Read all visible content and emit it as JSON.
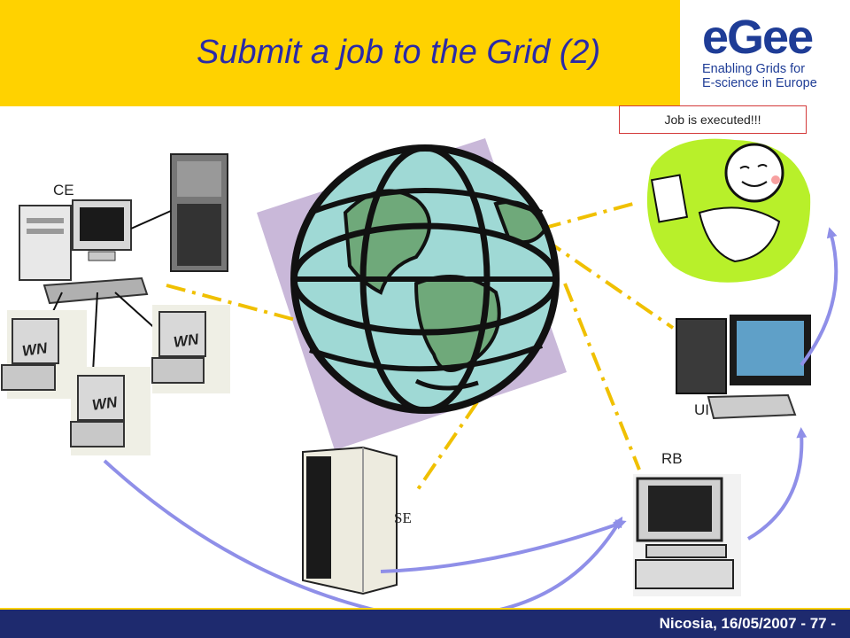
{
  "slide": {
    "title": "Submit a job to the Grid  (2)",
    "footer": "Nicosia, 16/05/2007  - 77 -"
  },
  "logo": {
    "word": "eGee",
    "tagline_line1": "Enabling Grids for",
    "tagline_line2": "E-science in Europe"
  },
  "status_message": "Job is executed!!!",
  "labels": {
    "ce": "CE",
    "ui": "UI",
    "rb": "RB",
    "se": "SE",
    "wn1": "WN",
    "wn2": "WN",
    "wn3": "WN"
  },
  "colors": {
    "header": "#FFD200",
    "title": "#2A2AA8",
    "footer": "#1E2A6E",
    "dash_link": "#F0C000",
    "arrow": "#8F8FE8",
    "globe_back": "#C9B8D9"
  }
}
